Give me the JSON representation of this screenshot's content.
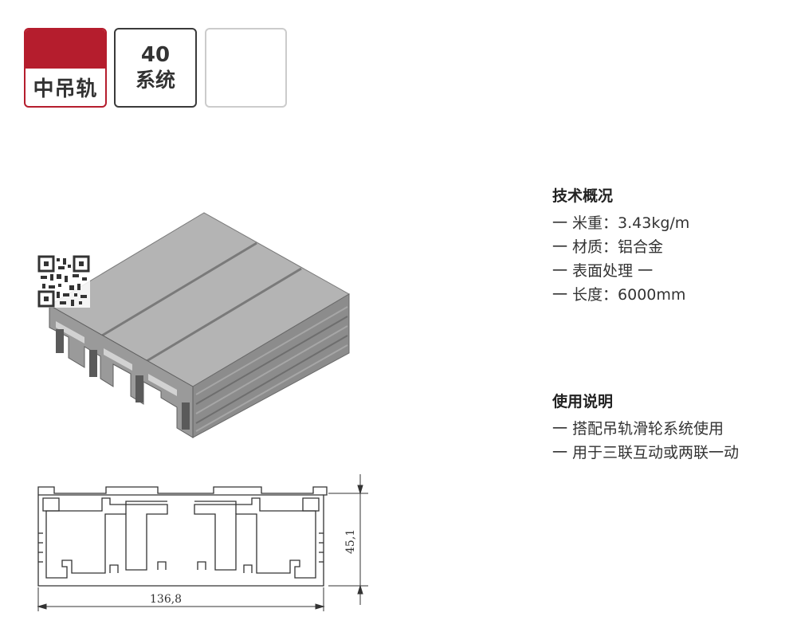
{
  "tags": {
    "category": "中吊轨",
    "system_number": "40",
    "system_label": "系统"
  },
  "technical_overview": {
    "heading": "技术概况",
    "items": [
      "一 米重：3.43kg/m",
      "一 材质：铝合金",
      "一 表面处理 一",
      "一 长度：6000mm"
    ]
  },
  "usage": {
    "heading": "使用说明",
    "items": [
      "一 搭配吊轨滑轮系统使用",
      "一 用于三联互动或两联一动"
    ]
  },
  "drawing": {
    "width_label": "136,8",
    "height_label": "45,1"
  },
  "colors": {
    "accent_red": "#b51d2d",
    "profile_top": "#b4b4b4",
    "profile_front": "#8c8c8c",
    "profile_dark": "#6a6a6a"
  },
  "icons": {
    "qr": "qr-code-icon"
  }
}
